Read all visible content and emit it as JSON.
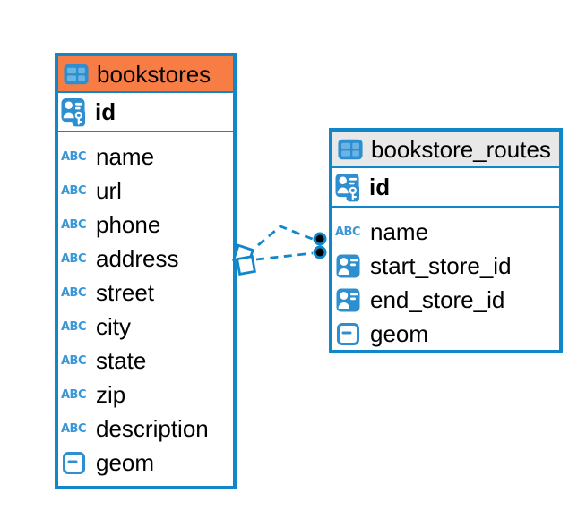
{
  "colors": {
    "accent_blue": "#1187c9",
    "icon_blue": "#2e8fd0",
    "selected_header_orange": "#f87d45",
    "header_gray": "#e8e8e8"
  },
  "icons": {
    "text_type_label": "ABC",
    "table_icon": "table-grid",
    "primary_key_icon": "person-with-key",
    "foreign_key_icon": "person",
    "geometry_icon": "square-with-dash"
  },
  "tables": [
    {
      "name": "bookstores",
      "selected": true,
      "primary_key": {
        "name": "id"
      },
      "columns": [
        {
          "name": "name",
          "type": "text"
        },
        {
          "name": "url",
          "type": "text"
        },
        {
          "name": "phone",
          "type": "text"
        },
        {
          "name": "address",
          "type": "text"
        },
        {
          "name": "street",
          "type": "text"
        },
        {
          "name": "city",
          "type": "text"
        },
        {
          "name": "state",
          "type": "text"
        },
        {
          "name": "zip",
          "type": "text"
        },
        {
          "name": "description",
          "type": "text"
        },
        {
          "name": "geom",
          "type": "geometry"
        }
      ]
    },
    {
      "name": "bookstore_routes",
      "selected": false,
      "primary_key": {
        "name": "id"
      },
      "columns": [
        {
          "name": "name",
          "type": "text"
        },
        {
          "name": "start_store_id",
          "type": "foreign_key"
        },
        {
          "name": "end_store_id",
          "type": "foreign_key"
        },
        {
          "name": "geom",
          "type": "geometry"
        }
      ]
    }
  ],
  "relationships": [
    {
      "between": [
        "bookstores",
        "bookstore_routes"
      ],
      "style": "dashed",
      "left_anchor": "diamond",
      "right_anchor": "dot"
    },
    {
      "between": [
        "bookstores",
        "bookstore_routes"
      ],
      "style": "dashed",
      "left_anchor": "diamond",
      "right_anchor": "dot"
    }
  ]
}
